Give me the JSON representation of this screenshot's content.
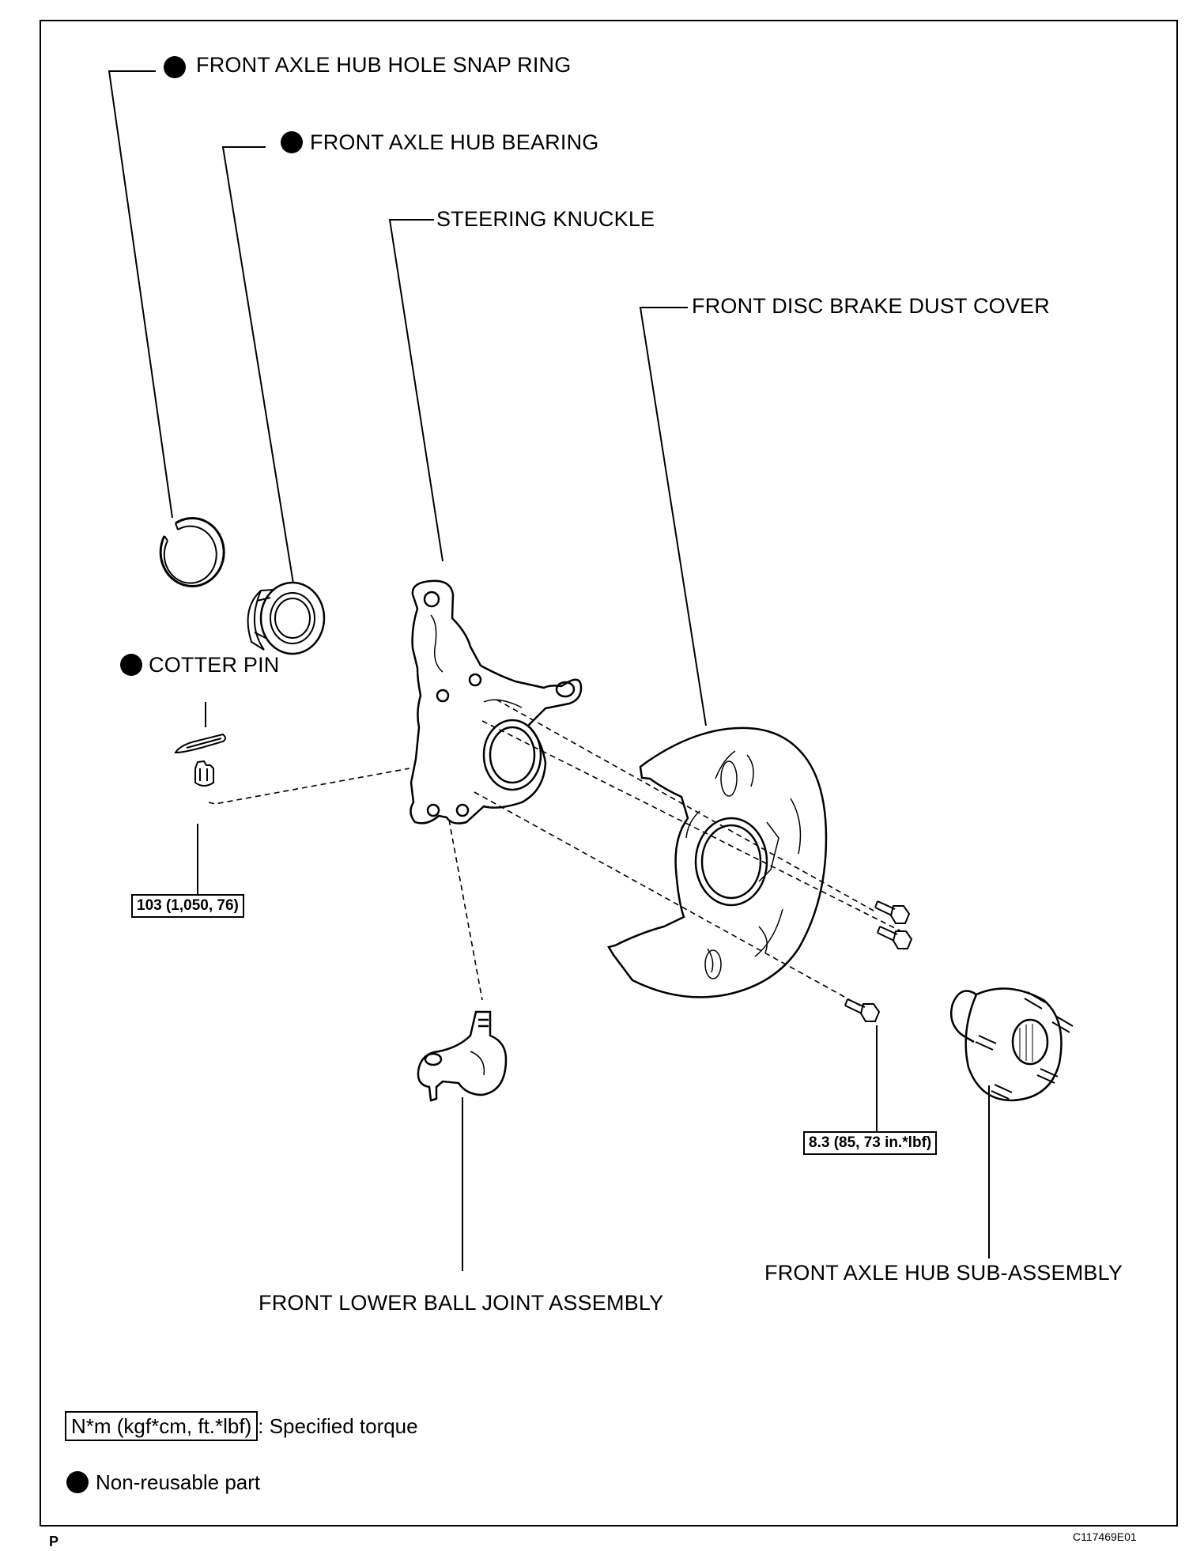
{
  "labels": {
    "snap_ring": "FRONT AXLE HUB HOLE SNAP RING",
    "bearing": "FRONT AXLE HUB BEARING",
    "knuckle": "STEERING KNUCKLE",
    "dust_cover": "FRONT DISC BRAKE DUST COVER",
    "cotter_pin": "COTTER PIN",
    "ball_joint": "FRONT LOWER BALL JOINT ASSEMBLY",
    "hub": "FRONT AXLE HUB SUB-ASSEMBLY"
  },
  "torques": {
    "nut": "103 (1,050, 76)",
    "bolts": "8.3 (85, 73 in.*lbf)"
  },
  "legend": {
    "torque_box": "N*m (kgf*cm, ft.*lbf)",
    "torque_text": ": Specified torque",
    "nonreusable": "Non-reusable part"
  },
  "corner": {
    "left": "P",
    "right": "C117469E01"
  },
  "icons": {
    "nonreusable_marker": "filled-circle-icon"
  }
}
